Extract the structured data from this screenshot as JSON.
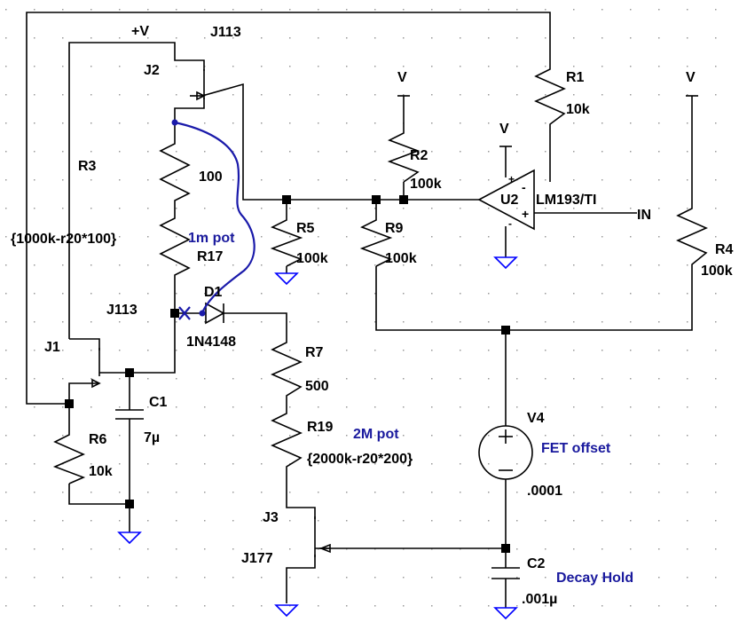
{
  "labels": {
    "vplus_top": "+V",
    "j2_model": "J113",
    "j2_name": "J2",
    "r3_name": "R3",
    "r3_value": "{1000k-r20*100}",
    "r17_value_top": "100",
    "pot_1m": "1m pot",
    "r17_name": "R17",
    "d1_name": "D1",
    "d1_model": "1N4148",
    "j1_model": "J113",
    "j1_name": "J1",
    "c1_name": "C1",
    "c1_value": "7µ",
    "r6_name": "R6",
    "r6_value": "10k",
    "r1_name": "R1",
    "r1_value": "10k",
    "r2_name": "R2",
    "r2_value": "100k",
    "r5_name": "R5",
    "r5_value": "100k",
    "r9_name": "R9",
    "r9_value": "100k",
    "u2_name": "U2",
    "u2_model": "LM193/TI",
    "in_label": "IN",
    "r4_name": "R4",
    "r4_value": "100k",
    "r7_name": "R7",
    "r7_value": "500",
    "r19_name": "R19",
    "r19_value": "{2000k-r20*200}",
    "pot_2m": "2M pot",
    "v4_name": "V4",
    "v4_desc": "FET offset",
    "v4_value": ".0001",
    "j3_name": "J3",
    "j3_model": "J177",
    "c2_name": "C2",
    "c2_desc": "Decay Hold",
    "c2_value": ".001µ",
    "supply_v": "V",
    "plus": "+",
    "minus": "-"
  },
  "colors": {
    "wire": "#000000",
    "ground": "#0000ff",
    "annotation": "#1a1a9e",
    "grid_dot": "#9a9a9a",
    "background": "#ffffff"
  }
}
